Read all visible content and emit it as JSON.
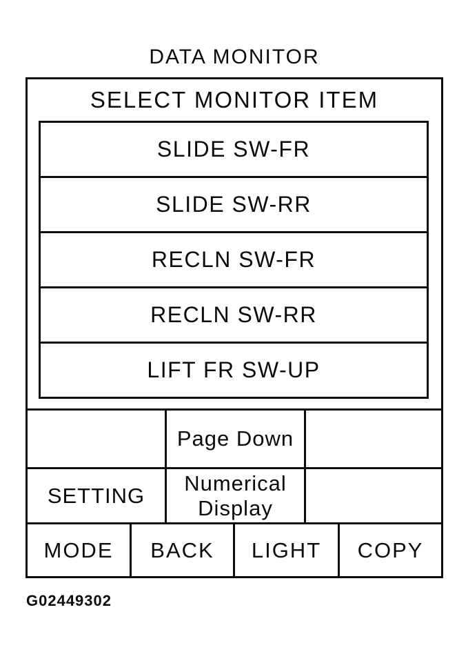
{
  "title": "DATA MONITOR",
  "screen": {
    "header": "SELECT MONITOR ITEM",
    "items": [
      "SLIDE SW-FR",
      "SLIDE SW-RR",
      "RECLN SW-FR",
      "RECLN SW-RR",
      "LIFT FR SW-UP"
    ],
    "nav_row": {
      "left": "",
      "center": "Page Down",
      "right": ""
    },
    "function_row": {
      "left": "SETTING",
      "center": "Numerical Display",
      "right": ""
    },
    "bottom_row": [
      "MODE",
      "BACK",
      "LIGHT",
      "COPY"
    ]
  },
  "caption": "G02449302",
  "colors": {
    "ink": "#0b0b0b",
    "background": "#ffffff"
  }
}
